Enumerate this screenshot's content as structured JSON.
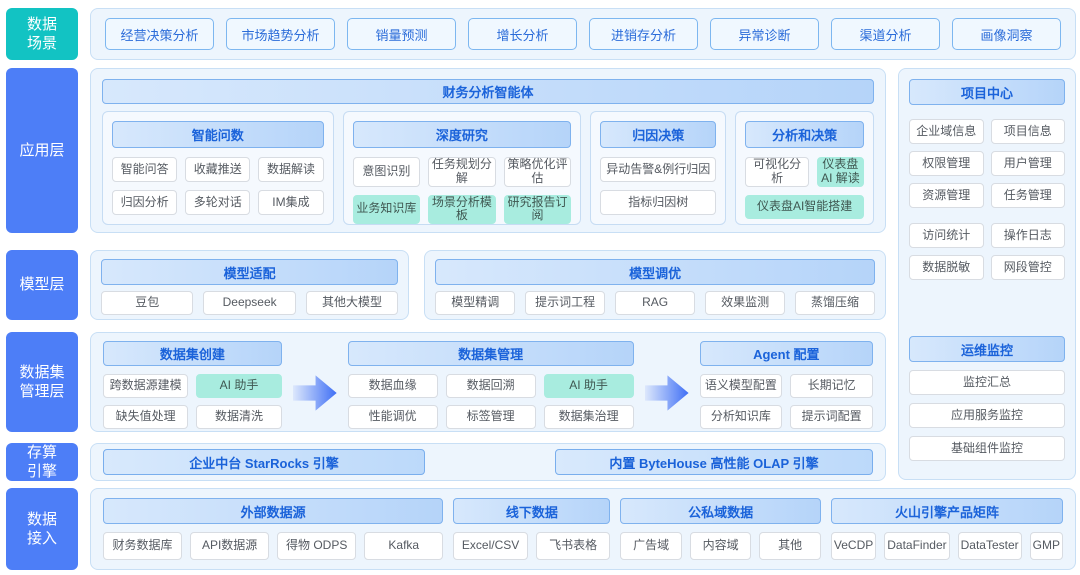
{
  "colors": {
    "sidebar_blue": "#4d7ef7",
    "sidebar_teal": "#12c3c3",
    "header_text_blue": "#1b63da",
    "chip_teal_bg": "#a8ecdf",
    "band_bg": "#edf5fd"
  },
  "sidebar": {
    "scenario": "数据\n场景",
    "application": "应用层",
    "model": "模型层",
    "dataset": "数据集\n管理层",
    "engine": "存算\n引擎",
    "access": "数据\n接入"
  },
  "scenario_bar": {
    "items": [
      {
        "label": "经营决策分析"
      },
      {
        "label": "市场趋势分析"
      },
      {
        "label": "销量预测"
      },
      {
        "label": "增长分析"
      },
      {
        "label": "进销存分析"
      },
      {
        "label": "异常诊断"
      },
      {
        "label": "渠道分析"
      },
      {
        "label": "画像洞察"
      }
    ]
  },
  "app_layer": {
    "title": "财务分析智能体",
    "groups": [
      {
        "title": "智能问数",
        "items": [
          {
            "label": "智能问答"
          },
          {
            "label": "收藏推送"
          },
          {
            "label": "数据解读"
          },
          {
            "label": "归因分析"
          },
          {
            "label": "多轮对话"
          },
          {
            "label": "IM集成"
          }
        ]
      },
      {
        "title": "深度研究",
        "items": [
          {
            "label": "意图识别"
          },
          {
            "label": "任务规划分解"
          },
          {
            "label": "策略优化评估"
          },
          {
            "label": "业务知识库",
            "variant": "teal"
          },
          {
            "label": "场景分析模板",
            "variant": "teal"
          },
          {
            "label": "研究报告订阅",
            "variant": "teal"
          }
        ]
      },
      {
        "title": "归因决策",
        "items": [
          {
            "label": "异动告警&例行归因"
          },
          {
            "label": "指标归因树"
          }
        ]
      },
      {
        "title": "分析和决策",
        "items": [
          {
            "label": "可视化分析"
          },
          {
            "label": "仪表盘\nAI 解读",
            "variant": "teal"
          },
          {
            "label": "仪表盘AI智能搭建",
            "variant": "teal",
            "span": 2
          }
        ]
      }
    ]
  },
  "model_layer": {
    "adapt": {
      "title": "模型适配",
      "items": [
        {
          "label": "豆包"
        },
        {
          "label": "Deepseek"
        },
        {
          "label": "其他大模型"
        }
      ]
    },
    "tune": {
      "title": "模型调优",
      "items": [
        {
          "label": "模型精调"
        },
        {
          "label": "提示词工程"
        },
        {
          "label": "RAG"
        },
        {
          "label": "效果监测"
        },
        {
          "label": "蒸馏压缩"
        }
      ]
    }
  },
  "dataset_layer": {
    "create": {
      "title": "数据集创建",
      "items": [
        {
          "label": "跨数据源建模"
        },
        {
          "label": "AI 助手",
          "variant": "teal"
        },
        {
          "label": "缺失值处理"
        },
        {
          "label": "数据清洗"
        }
      ]
    },
    "manage": {
      "title": "数据集管理",
      "items": [
        {
          "label": "数据血缘"
        },
        {
          "label": "数据回溯"
        },
        {
          "label": "AI 助手",
          "variant": "teal"
        },
        {
          "label": "性能调优"
        },
        {
          "label": "标签管理"
        },
        {
          "label": "数据集治理"
        }
      ]
    },
    "agent": {
      "title": "Agent 配置",
      "items": [
        {
          "label": "语义模型配置"
        },
        {
          "label": "长期记忆"
        },
        {
          "label": "分析知识库"
        },
        {
          "label": "提示词配置"
        }
      ]
    }
  },
  "engine_layer": {
    "starrocks": "企业中台 StarRocks 引擎",
    "bytehouse": "内置 ByteHouse 高性能 OLAP 引擎"
  },
  "access_layer": {
    "groups": [
      {
        "title": "外部数据源",
        "items": [
          {
            "label": "财务数据库"
          },
          {
            "label": "API数据源"
          },
          {
            "label": "得物 ODPS"
          },
          {
            "label": "Kafka"
          }
        ]
      },
      {
        "title": "线下数据",
        "items": [
          {
            "label": "Excel/CSV"
          },
          {
            "label": "飞书表格"
          }
        ]
      },
      {
        "title": "公私域数据",
        "items": [
          {
            "label": "广告域"
          },
          {
            "label": "内容域"
          },
          {
            "label": "其他"
          }
        ]
      },
      {
        "title": "火山引擎产品矩阵",
        "items": [
          {
            "label": "VeCDP"
          },
          {
            "label": "DataFinder"
          },
          {
            "label": "DataTester"
          },
          {
            "label": "GMP"
          }
        ]
      }
    ]
  },
  "right_panel": {
    "project": {
      "title": "项目中心",
      "items_a": [
        {
          "label": "企业域信息"
        },
        {
          "label": "项目信息"
        },
        {
          "label": "权限管理"
        },
        {
          "label": "用户管理"
        },
        {
          "label": "资源管理"
        },
        {
          "label": "任务管理"
        }
      ],
      "items_b": [
        {
          "label": "访问统计"
        },
        {
          "label": "操作日志"
        },
        {
          "label": "数据脱敏"
        },
        {
          "label": "网段管控"
        }
      ]
    },
    "monitor": {
      "title": "运维监控",
      "items": [
        {
          "label": "监控汇总"
        },
        {
          "label": "应用服务监控"
        },
        {
          "label": "基础组件监控"
        }
      ]
    }
  }
}
